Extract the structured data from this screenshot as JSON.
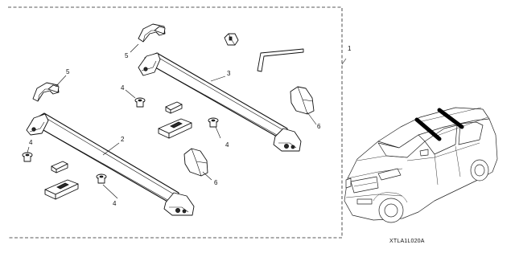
{
  "callouts": {
    "c1": "1",
    "c2": "2",
    "c3": "3",
    "c4a": "4",
    "c4b": "4",
    "c4c": "4",
    "c4d": "4",
    "c5a": "5",
    "c5b": "5",
    "c6a": "6",
    "c6b": "6"
  },
  "diagram_code": "XTLA1L020A"
}
